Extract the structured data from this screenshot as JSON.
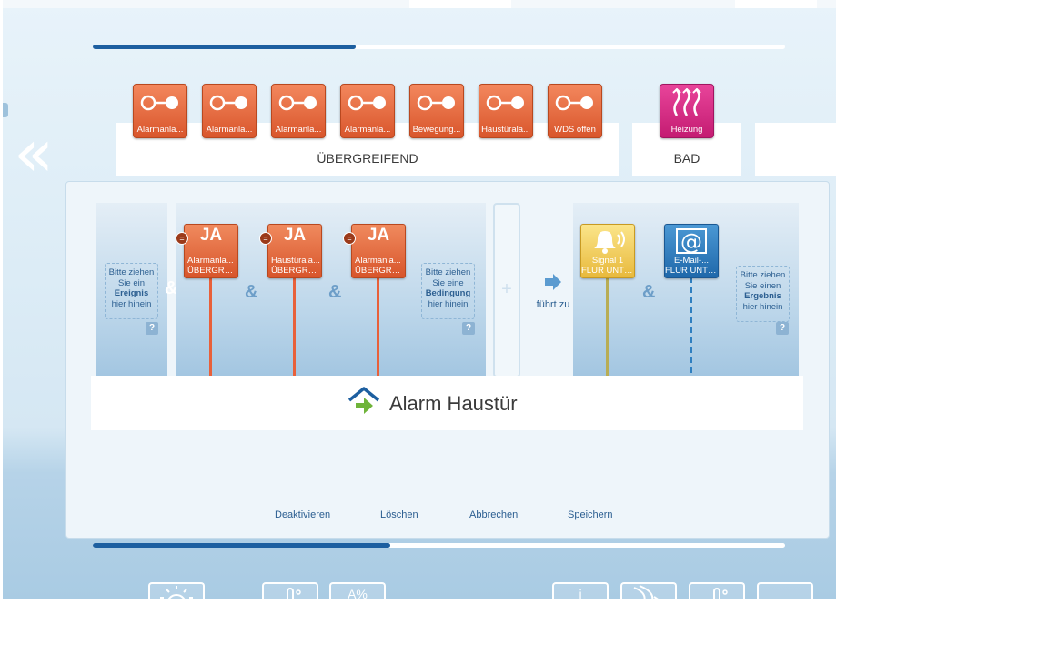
{
  "nav": {
    "prev_glyph": "«",
    "next_glyph": "»"
  },
  "progress_top": {
    "value_percent": 38
  },
  "progress_bottom": {
    "value_percent": 43
  },
  "palette": {
    "groups": [
      {
        "label": "ÜBERGREIFEND"
      },
      {
        "label": "BAD"
      }
    ],
    "tiles": [
      {
        "label": "Alarmanla...",
        "icon": "switch-icon",
        "color": "#e36a3d"
      },
      {
        "label": "Alarmanla...",
        "icon": "switch-icon",
        "color": "#e36a3d"
      },
      {
        "label": "Alarmanla...",
        "icon": "switch-icon",
        "color": "#e36a3d"
      },
      {
        "label": "Alarmanla...",
        "icon": "switch-icon",
        "color": "#e36a3d"
      },
      {
        "label": "Bewegung...",
        "icon": "switch-icon",
        "color": "#e36a3d"
      },
      {
        "label": "Haustürala...",
        "icon": "switch-icon",
        "color": "#e36a3d"
      },
      {
        "label": "WDS offen",
        "icon": "switch-icon",
        "color": "#e36a3d"
      },
      {
        "label": "Heizung",
        "icon": "heating-icon",
        "color": "#d72a85"
      }
    ]
  },
  "rule": {
    "event_zone": {
      "line1": "Bitte ziehen",
      "line2": "Sie ein",
      "bold": "Ereignis",
      "line4": "hier hinein",
      "help": "?"
    },
    "and_symbol": "&",
    "conditions": [
      {
        "badge": "=",
        "state": "JA",
        "line1": "Alarmanla...",
        "line2": "ÜBERGREIF..."
      },
      {
        "badge": "=",
        "state": "JA",
        "line1": "Haustürala...",
        "line2": "ÜBERGREIF..."
      },
      {
        "badge": "=",
        "state": "JA",
        "line1": "Alarmanla...",
        "line2": "ÜBERGREIF..."
      }
    ],
    "condition_zone": {
      "line1": "Bitte ziehen",
      "line2": "Sie eine",
      "bold": "Bedingung",
      "line4": "hier hinein",
      "help": "?"
    },
    "add_symbol": "+",
    "leads_to": "führt zu",
    "results": [
      {
        "line1": "Signal 1",
        "line2": "FLUR UNTEN",
        "icon": "bell-icon",
        "color": "#f1cf5a"
      },
      {
        "line1": "E-Mail-...",
        "line2": "FLUR UNTEN",
        "icon": "email-at-icon",
        "color": "#2f7fc0"
      }
    ],
    "result_zone": {
      "line1": "Bitte ziehen",
      "line2": "Sie einen",
      "bold": "Ergebnis",
      "line4": "hier hinein",
      "help": "?"
    },
    "name": "Alarm Haustür"
  },
  "actions": {
    "deactivate": "Deaktivieren",
    "delete": "Löschen",
    "cancel": "Abbrechen",
    "save": "Speichern"
  },
  "bottom_tiles": [
    {
      "icon": "sun-icon"
    },
    {
      "icon": "thermometer-icon"
    },
    {
      "icon": "humidity-icon"
    },
    {
      "icon": "info-icon"
    },
    {
      "icon": "signal-icon"
    },
    {
      "icon": "thermometer-icon"
    },
    {
      "icon": "device-icon"
    }
  ],
  "bottom_glyphs": {
    "humidity": "A%",
    "info": "i"
  }
}
